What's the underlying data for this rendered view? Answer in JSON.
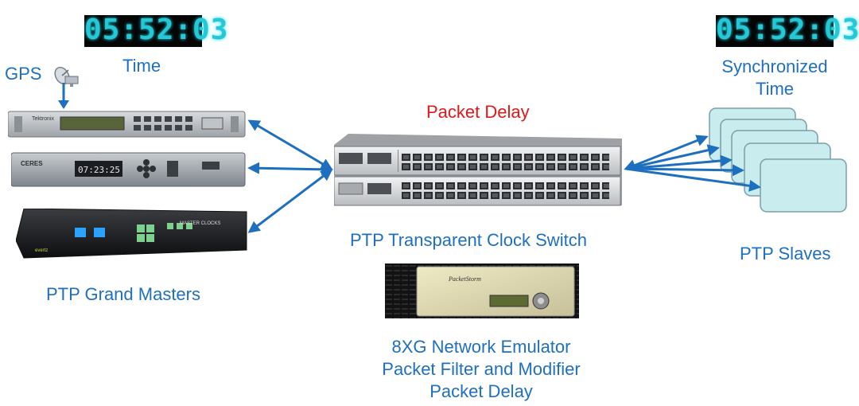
{
  "clocks": {
    "left": "05:52:03",
    "right": "05:52:03"
  },
  "labels": {
    "time": "Time",
    "sync_line1": "Synchronized",
    "sync_line2": "Time",
    "gps": "GPS",
    "packet_delay_top": "Packet Delay",
    "switch": "PTP Transparent Clock Switch",
    "slaves": "PTP Slaves",
    "grandmasters": "PTP Grand Masters",
    "emulator_line1": "8XG Network Emulator",
    "emulator_line2": "Packet Filter and Modifier",
    "emulator_line3": "Packet Delay"
  },
  "device_text": {
    "gm1_brand": "Tektronix",
    "gm2_brand": "CERES",
    "gm2_display": "07:23:25",
    "gm3_brand": "MASTER CLOCKS",
    "gm3_footer": "evertz",
    "emulator_brand": "PacketStorm"
  },
  "colors": {
    "accent": "#1f6fbf",
    "alert": "#e01818",
    "clock_digits": "#25c8d6",
    "slave_fill": "#c9ecee"
  }
}
